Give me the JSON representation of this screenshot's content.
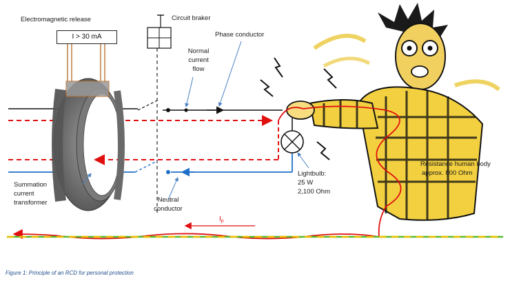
{
  "labels": {
    "electromagnetic_release": "Electromagnetic release",
    "relay_setting": "I > 30 mA",
    "circuit_breaker": "Circuit braker",
    "phase_conductor": "Phase conductor",
    "normal_current_flow": [
      "Normal",
      "current",
      "flow"
    ],
    "neutral_conductor": [
      "Neutral",
      "conductor"
    ],
    "summation_ct": [
      "Summation",
      "current",
      "transformer"
    ],
    "lightbulb": [
      "Lightbulb:",
      "25 W",
      "2,100 Ohm"
    ],
    "body_resistance": [
      "Resistance human body",
      "approx. 800 Ohm"
    ],
    "fault_current": "I",
    "fault_current_sub": "F"
  },
  "caption": "Figure 1: Principle of an RCD for personal protection",
  "colors": {
    "phase": "#111111",
    "neutral": "#1f6fc8",
    "fault": "#e01010",
    "earth": "#5cb82c",
    "earth_dash": "#f0c000",
    "relay_wire": "#b87333",
    "annotation": "#4a7fc1"
  },
  "icons": {
    "lightbulb_symbol": "circle-cross",
    "circuit_breaker_symbol": "breaker-box",
    "person": "cartoon-electrocuted-person"
  }
}
